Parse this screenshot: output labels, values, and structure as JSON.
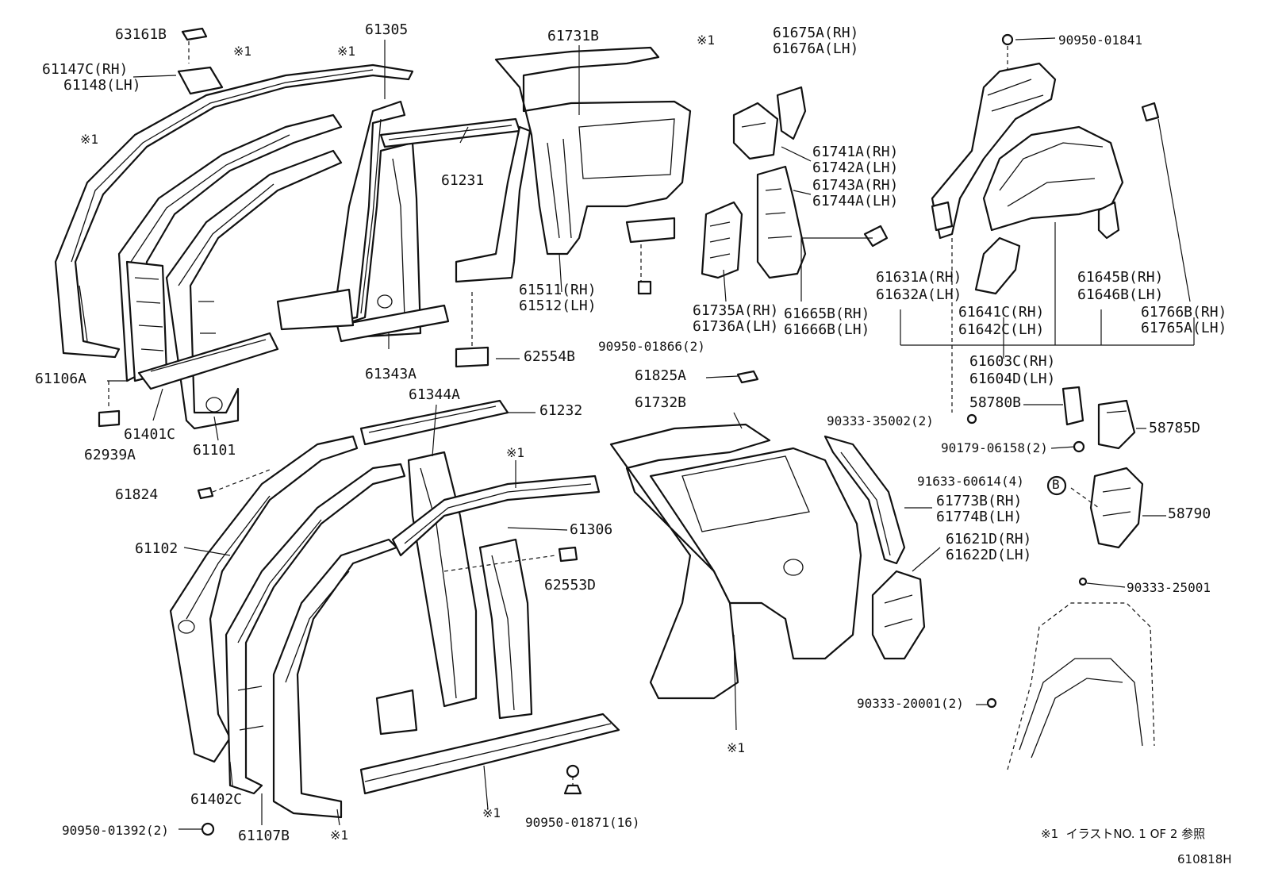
{
  "labels": {
    "l63161B": "63161B",
    "l61147C": "61147C(RH)",
    "l61148": "61148(LH)",
    "star1a": "※1",
    "star1b": "※1",
    "star1c": "※1",
    "l61305": "61305",
    "l61731B": "61731B",
    "star1d": "※1",
    "l61675A": "61675A(RH)",
    "l61676A": "61676A(LH)",
    "l9095001841": "90950-01841",
    "l61231": "61231",
    "l61741A": "61741A(RH)",
    "l61742A": "61742A(LH)",
    "l61743A": "61743A(RH)",
    "l61744A": "61744A(LH)",
    "l61511": "61511(RH)",
    "l61512": "61512(LH)",
    "l61735A": "61735A(RH)",
    "l61736A": "61736A(LH)",
    "l61665B": "61665B(RH)",
    "l61666B": "61666B(LH)",
    "l61631A": "61631A(RH)",
    "l61632A": "61632A(LH)",
    "l61641C": "61641C(RH)",
    "l61642C": "61642C(LH)",
    "l61645B": "61645B(RH)",
    "l61646B": "61646B(LH)",
    "l61766B": "61766B(RH)",
    "l61765A": "61765A(LH)",
    "l61603C": "61603C(RH)",
    "l61604D": "61604D(LH)",
    "l9095001866": "90950-01866(2)",
    "l62554B": "62554B",
    "l61343A": "61343A",
    "l61106A": "61106A",
    "l61401C": "61401C",
    "l61101": "61101",
    "l62939A": "62939A",
    "l61344A": "61344A",
    "l61232": "61232",
    "l61825A": "61825A",
    "l61732B": "61732B",
    "l58780B": "58780B",
    "l9033335002": "90333-35002(2)",
    "l58785D": "58785D",
    "l9017906158": "90179-06158(2)",
    "l9163360614": "91633-60614(4)",
    "circleB": "B",
    "l58790": "58790",
    "l61773B": "61773B(RH)",
    "l61774B": "61774B(LH)",
    "l61621D": "61621D(RH)",
    "l61622D": "61622D(LH)",
    "l61824": "61824",
    "star1e": "※1",
    "l61102": "61102",
    "l61306": "61306",
    "l62553D": "62553D",
    "l9033325001": "90333-25001",
    "l9033320001": "90333-20001(2)",
    "star1f": "※1",
    "l61402C": "61402C",
    "star1g": "※1",
    "star1h": "※1",
    "l9095001392": "90950-01392(2)",
    "l61107B": "61107B",
    "l9095001871": "90950-01871(16)",
    "note": "※1  イラストNO. 1 OF 2 参照",
    "code": "610818H"
  }
}
